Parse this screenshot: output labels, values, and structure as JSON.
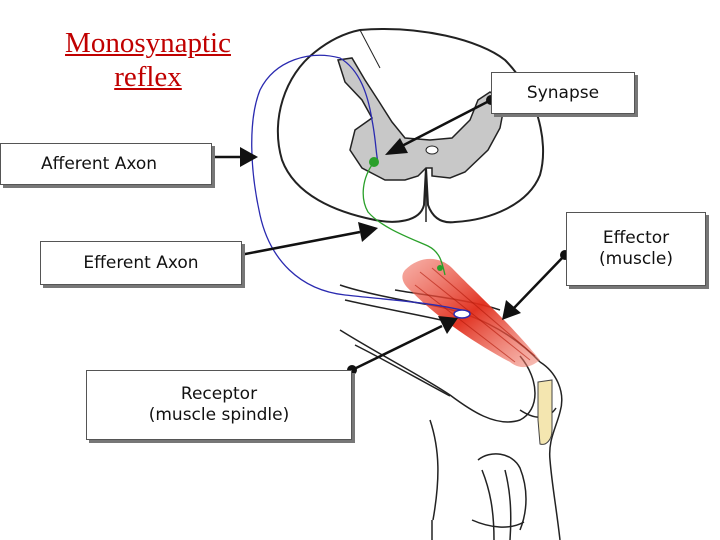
{
  "title": {
    "line1": "Monosynaptic",
    "line2": "reflex"
  },
  "colors": {
    "title": "#c00000",
    "afferent_axon": "#2a2ab0",
    "efferent_axon": "#2aa02a",
    "muscle": "#e03020",
    "gray_matter": "#c8c8c8",
    "outline": "#222222"
  },
  "labels": {
    "synapse": "Synapse",
    "afferent": "Afferent Axon",
    "efferent": "Efferent Axon",
    "effector_line1": "Effector",
    "effector_line2": "(muscle)",
    "receptor_line1": "Receptor",
    "receptor_line2": "(muscle spindle)"
  }
}
